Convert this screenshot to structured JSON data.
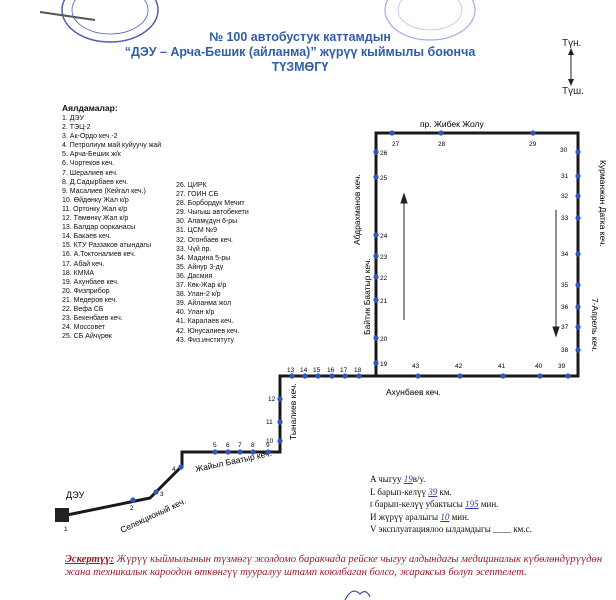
{
  "header": {
    "title_line1": "№ 100 автобустук каттамдын",
    "title_line2": "“ДЭУ – Арча-Бешик (айланма)” жүрүү кыймылы боюнча",
    "title_line3": "ТҮЗМӨГҮ"
  },
  "compass": {
    "north": "Түн.",
    "south": "Түш."
  },
  "legend": {
    "heading": "Аялдамалар:",
    "col1": [
      "1. ДЭУ",
      "2. ТЭЦ-2",
      "3. Ак-Ордо кеч.-2",
      "4. Петролиум май куйуучу жай",
      "5. Арча-Бешик ж/к",
      "6. Чортеков кеч.",
      "7. Шералиев кеч.",
      "8. Д.Садырбаев кеч.",
      "9. Масалиев (Кейгал кеч.)",
      "10. Өйдөнкү Жал к/р",
      "11. Ортонку Жал к/р",
      "12. Төмөнкү Жал к/р",
      "13. Балдар оорканасы",
      "14. Бакаев кеч.",
      "15. КТУ Раззаков атындагы",
      "16. А.Токтоналиев кеч.",
      "17. Абай кеч.",
      "18. КММА",
      "19. Ахунбаев кеч.",
      "20. Физприбор",
      "21. Медеров кеч.",
      "22. Вефа СБ",
      "23. Бекенбаев кеч.",
      "24. Моссовет",
      "25. СБ Айчүрөк"
    ],
    "col2": [
      "26. ЦИРК",
      "27. ГОИН СБ",
      "28. Борбордук Мечит",
      "29. Чыгыш автобекети",
      "30. Аламүдүн 6-ры",
      "31. ЦСМ №9",
      "32. Огонбаев кеч.",
      "33. Чүй пр.",
      "34. Мадина 5-ры",
      "35. Айнур 3-дү",
      "36. Дасмия",
      "37. Көк-Жар к/р",
      "38. Улан-2 к/р",
      "39. Айланма жол",
      "40. Улан к/р",
      "41. Каралаев кеч.",
      "42. Юнусалиев кеч.",
      "43. Физ.институту"
    ]
  },
  "map": {
    "streets": {
      "top": "пр. Жибек Жолу",
      "left": "Абдрахманов кеч.",
      "left2": "Байтик Баатыр кеч.",
      "right": "Курманжан Датка кеч.",
      "right2": "7-Апрель кеч.",
      "bottom": "Ахунбаев кеч.",
      "mid": "Тыналиев кеч.",
      "lower": "Жайыл Баатыр кеч.",
      "diag": "Селекционый кеч."
    },
    "terminal_label": "ДЭУ",
    "stop_numbers": {
      "s1": "1",
      "s2": "2",
      "s3": "3",
      "s4": "4",
      "s5": "5",
      "s6": "6",
      "s7": "7",
      "s8": "8",
      "s9": "9",
      "s10": "10",
      "s11": "11",
      "s12": "12",
      "s13": "13",
      "s14": "14",
      "s15": "15",
      "s16": "16",
      "s17": "17",
      "s18": "18",
      "s19": "19",
      "s20": "20",
      "s21": "21",
      "s22": "22",
      "s23": "23",
      "s24": "24",
      "s25": "25",
      "s26": "26",
      "s27": "27",
      "s28": "28",
      "s29": "29",
      "s30": "30",
      "s31": "31",
      "s32": "32",
      "s33": "33",
      "s34": "34",
      "s35": "35",
      "s36": "36",
      "s37": "37",
      "s38": "38",
      "s39": "39",
      "s40": "40",
      "s41": "41",
      "s42": "42",
      "s43": "43"
    },
    "route_color": "#1a1a1a",
    "stop_color": "#2f55c8"
  },
  "info": {
    "line1_label": "A чыгуу",
    "line1_value": "19",
    "line1_unit": "в/у.",
    "line2_label": "L барып-келүү",
    "line2_value": "39",
    "line2_unit": "км.",
    "line3_label": "t барып-келүү убактысы",
    "line3_value": "195",
    "line3_unit": "мин.",
    "line4_label": "И жүрүү аралыгы",
    "line4_value": "10",
    "line4_unit": "мин.",
    "line5_label": "V эксплуатациялоо ылдамдыгы",
    "line5_value": "____",
    "line5_unit": "км.с."
  },
  "note": {
    "label": "Эскертүү:",
    "text": "Жүрүү кыймылынын түзмөгү жолдомо баракчада рейске чыгуу алдындагы медициналык күбөлөндүрүүдөн жана техникалык кароодон өткөнгүү тууралуу штамп коюлбаган болсо, жараксыз болуп эсептелет."
  }
}
